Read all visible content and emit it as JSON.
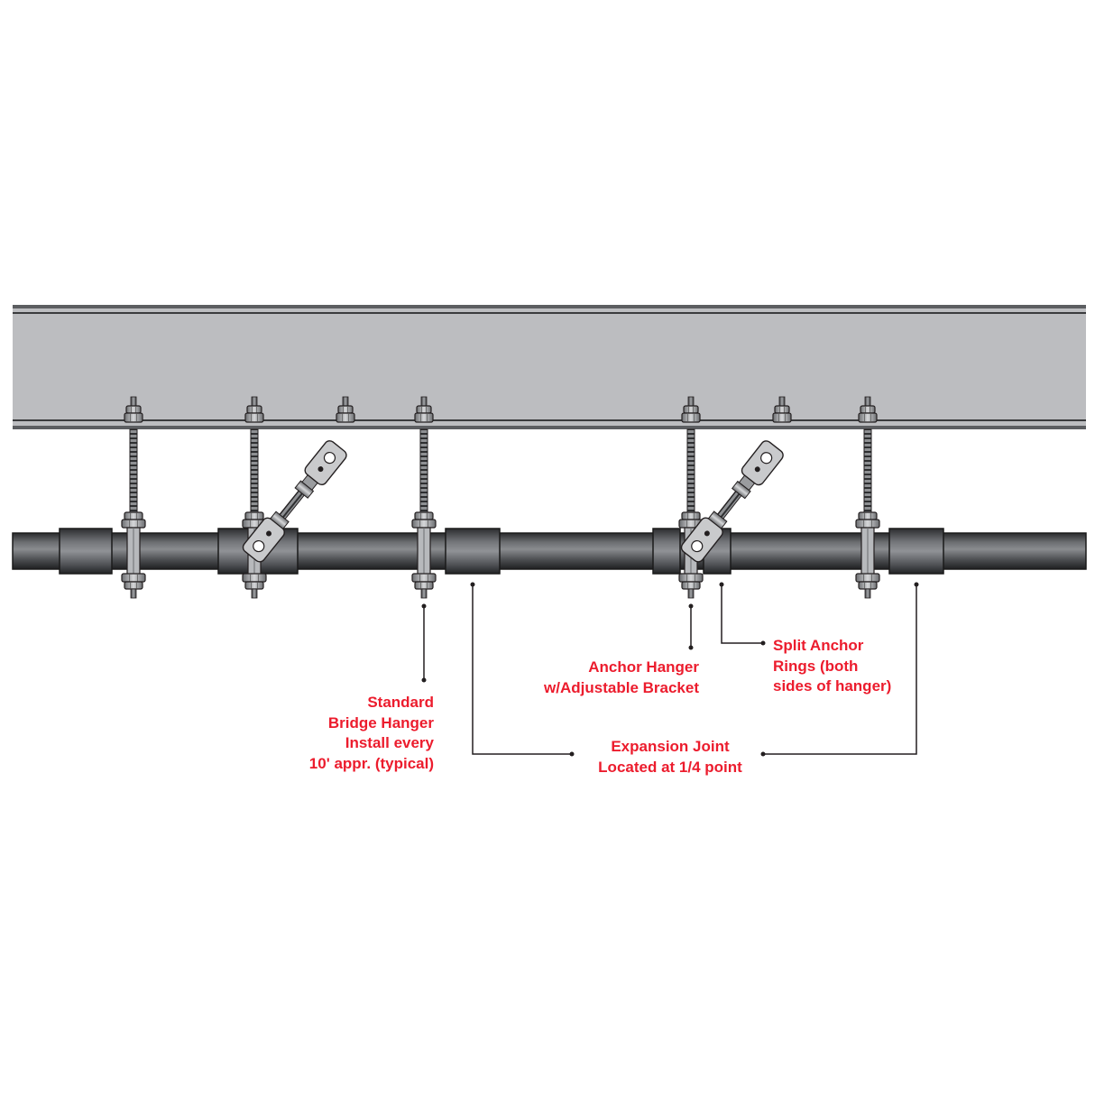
{
  "colors": {
    "label": "#ec1c2d",
    "beam": "#bcbdc0",
    "pipe": "#55575a",
    "outline": "#231f20"
  },
  "labels": {
    "standard_bridge_hanger": [
      "Standard",
      "Bridge Hanger",
      "Install every",
      "10' appr. (typical)"
    ],
    "anchor_hanger": [
      "Anchor Hanger",
      "w/Adjustable Bracket"
    ],
    "split_anchor_rings": [
      "Split Anchor",
      "Rings (both",
      "sides of hanger)"
    ],
    "expansion_joint": [
      "Expansion Joint",
      "Located at 1/4 point"
    ]
  }
}
